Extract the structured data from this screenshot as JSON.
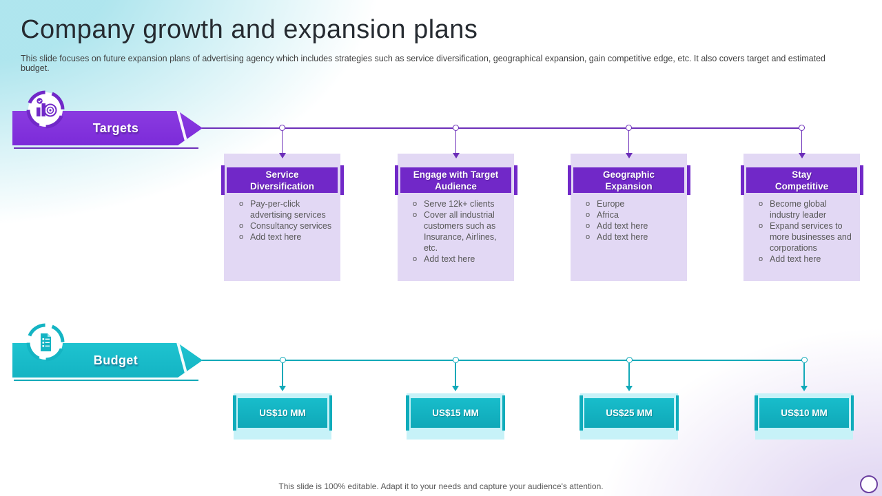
{
  "slide": {
    "title": "Company growth and expansion plans",
    "subtitle": "This slide focuses on future expansion plans of advertising agency which includes strategies such as service diversification, geographical expansion, gain competitive edge, etc. It also covers target and estimated budget.",
    "footer": "This slide is 100% editable. Adapt it to your needs and capture your audience's attention."
  },
  "colors": {
    "purple_dark": "#7128C8",
    "purple_banner": "#7C2BD9",
    "purple_line": "#6C2EB9",
    "lavender": "#E2D8F4",
    "teal": "#14B4C3",
    "teal_line": "#12A9B8",
    "light_cyan": "#C7F2F8",
    "text_gray": "#595959",
    "title_text": "#262B31"
  },
  "targets": {
    "label": "Targets",
    "icon": "bar-chart-target-icon",
    "items": [
      {
        "title": "Service Diversification",
        "bullets": [
          "Pay-per-click advertising services",
          "Consultancy services",
          "Add text here"
        ]
      },
      {
        "title": "Engage with Target Audience",
        "bullets": [
          "Serve 12k+ clients",
          "Cover all industrial customers such as Insurance, Airlines, etc.",
          "Add text here"
        ]
      },
      {
        "title": "Geographic Expansion",
        "bullets": [
          "Europe",
          "Africa",
          "Add text here",
          "Add text here"
        ]
      },
      {
        "title": "Stay Competitive",
        "bullets": [
          "Become global industry leader",
          "Expand services to more businesses and corporations",
          "Add text here"
        ]
      }
    ]
  },
  "budget": {
    "label": "Budget",
    "icon": "document-checklist-icon",
    "items": [
      {
        "amount": "US$10 MM"
      },
      {
        "amount": "US$15 MM"
      },
      {
        "amount": "US$25 MM"
      },
      {
        "amount": "US$10 MM"
      }
    ]
  }
}
